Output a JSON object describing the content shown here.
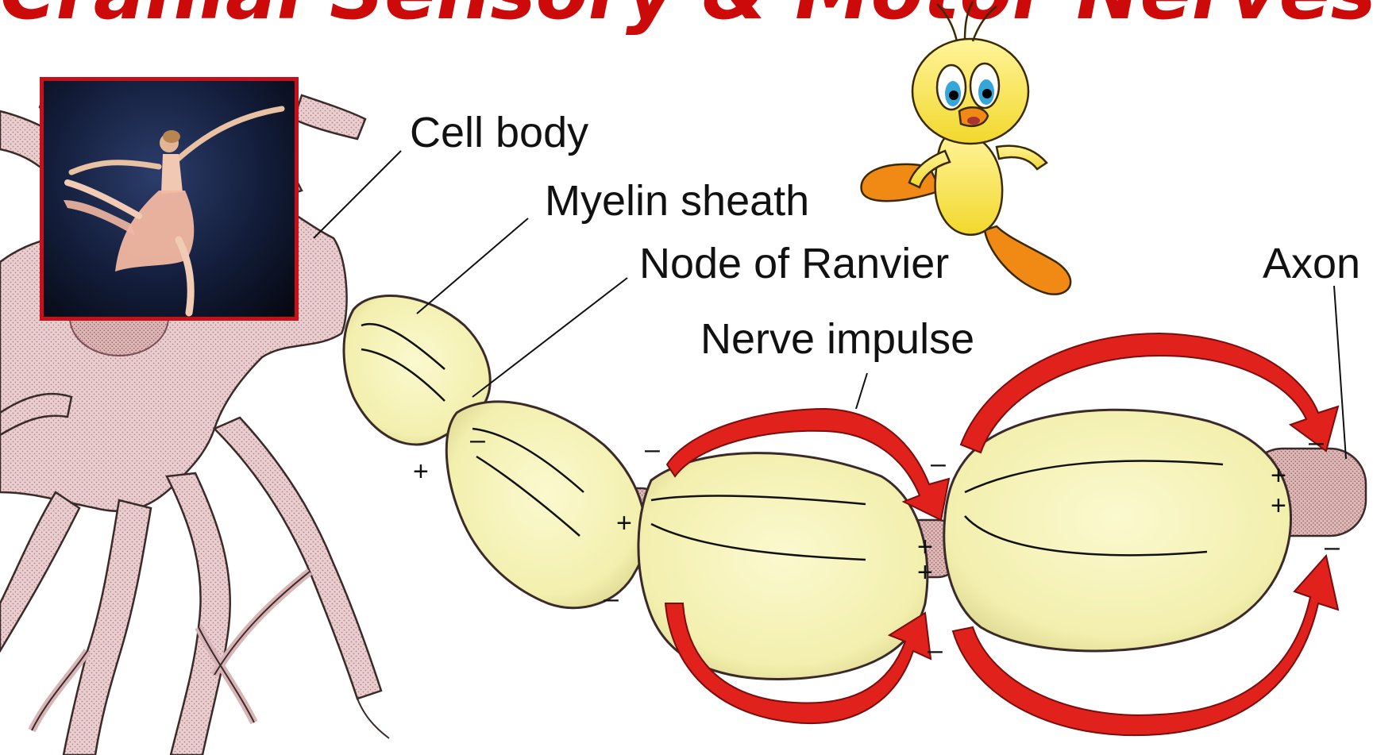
{
  "title": "Cranial Sensory & Motor Nerves",
  "labels": {
    "cell_body": "Cell body",
    "myelin_sheath": "Myelin sheath",
    "node_of_ranvier": "Node of Ranvier",
    "nerve_impulse": "Nerve impulse",
    "axon": "Axon"
  },
  "colors": {
    "title": "#cc0a0a",
    "myelin": "#f6f3b8",
    "axon": "#dcb8b6",
    "neuron": "#e7cccc",
    "arrow": "#e1221c"
  }
}
